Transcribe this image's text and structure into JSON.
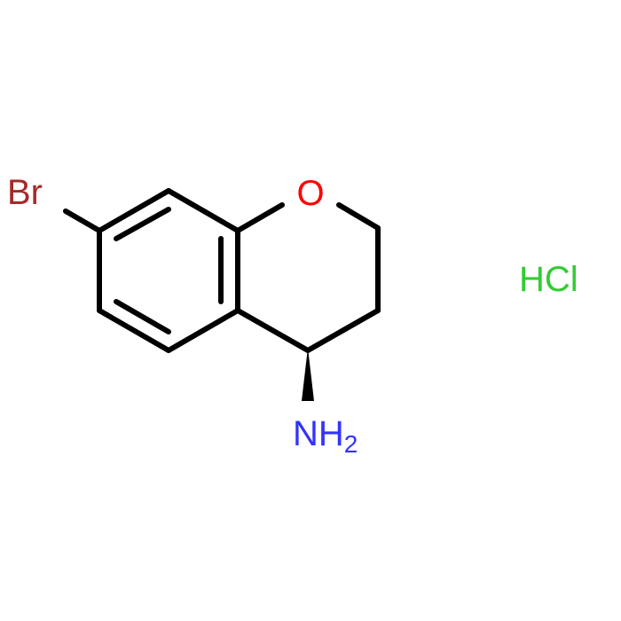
{
  "molecule": {
    "atoms": {
      "br": "Br",
      "o": "O",
      "n": "N",
      "h": "H",
      "h_count": "2",
      "hcl": "HCl"
    },
    "colors": {
      "bond": "#000000",
      "br": "#a52a2a",
      "o": "#ff0000",
      "n": "#3333ff",
      "cl": "#33cc33"
    }
  }
}
